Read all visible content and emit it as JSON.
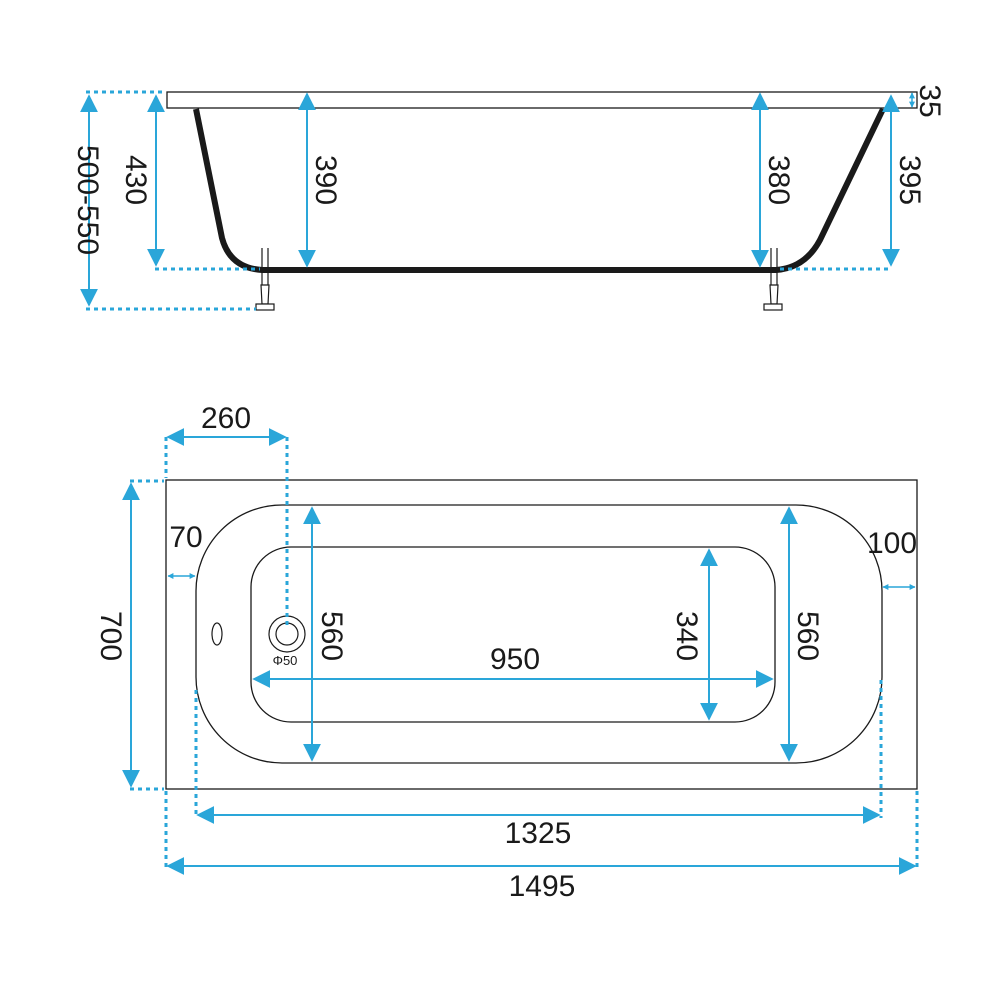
{
  "colors": {
    "outline": "#1a1a1a",
    "dimension": "#2aa6d9",
    "background": "#ffffff"
  },
  "side_view": {
    "rim_thickness": "35",
    "left_inner_depth": "430",
    "left_total_height": "500-550",
    "inner_depth_left": "390",
    "inner_depth_right": "380",
    "right_inner_depth": "395"
  },
  "top_view": {
    "drain_offset": "260",
    "left_rim": "70",
    "right_rim": "100",
    "overall_width": "700",
    "inner_width_left": "560",
    "inner_width_right": "560",
    "bottom_width": "340",
    "bottom_length": "950",
    "drain_diameter": "Φ50",
    "inner_length": "1325",
    "overall_length": "1495"
  }
}
